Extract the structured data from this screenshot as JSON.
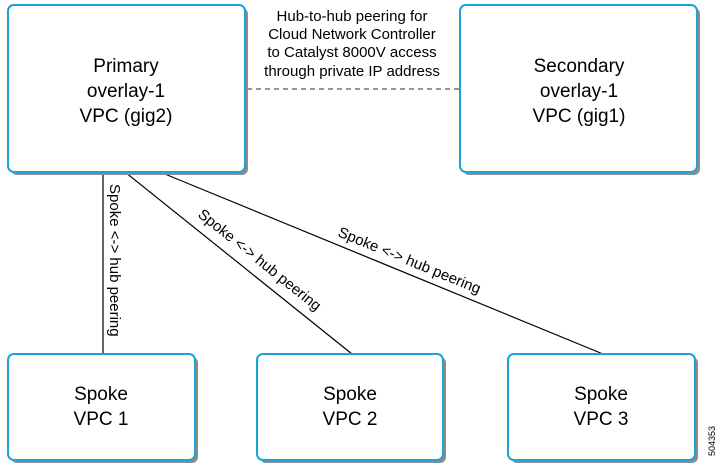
{
  "nodes": {
    "primary_hub": {
      "lines": [
        "Primary",
        "overlay-1",
        "VPC (gig2)"
      ]
    },
    "secondary_hub": {
      "lines": [
        "Secondary",
        "overlay-1",
        "VPC (gig1)"
      ]
    },
    "spoke1": {
      "lines": [
        "Spoke",
        "VPC 1"
      ]
    },
    "spoke2": {
      "lines": [
        "Spoke",
        "VPC 2"
      ]
    },
    "spoke3": {
      "lines": [
        "Spoke",
        "VPC 3"
      ]
    }
  },
  "edges": {
    "hub_to_hub": {
      "style": "dashed",
      "label_lines": [
        "Hub-to-hub peering for",
        "Cloud Network Controller",
        "to Catalyst 8000V access",
        "through private IP address"
      ]
    },
    "spoke1_peering": {
      "style": "solid",
      "label": "Spoke <-> hub peering"
    },
    "spoke2_peering": {
      "style": "solid",
      "label": "Spoke <-> hub peering"
    },
    "spoke3_peering": {
      "style": "solid",
      "label": "Spoke <-> hub peering"
    }
  },
  "figure_id": "504353",
  "colors": {
    "box_border": "#1aa3d9",
    "box_shadow": "#8c8c8c",
    "line": "#000000"
  }
}
